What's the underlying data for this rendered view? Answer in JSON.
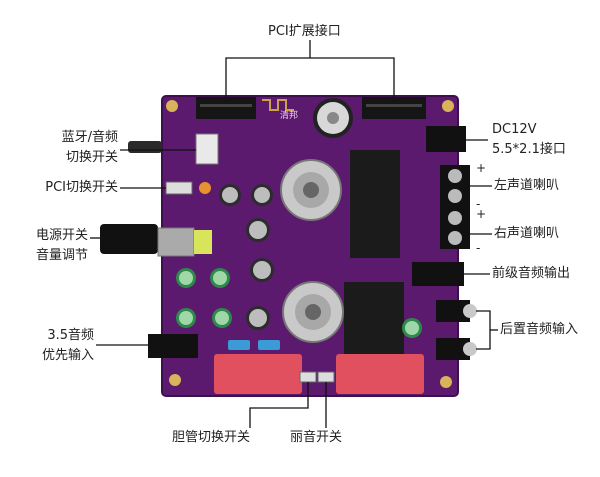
{
  "labels": {
    "pci_interface": "PCI扩展接口",
    "bt_audio_switch_line1": "蓝牙/音频",
    "bt_audio_switch_line2": "切换开关",
    "pci_switch": "PCI切换开关",
    "power_switch_line1": "电源开关",
    "power_switch_line2": "音量调节",
    "aux_priority_line1": "3.5音频",
    "aux_priority_line2": "优先输入",
    "dc_input_line1": "DC12V",
    "dc_input_line2": "5.5*2.1接口",
    "left_speaker": "左声道喇叭",
    "right_speaker": "右声道喇叭",
    "preamp_output": "前级音频输出",
    "rear_input": "后置音频输入",
    "tube_switch": "胆管切换开关",
    "treble_switch": "丽音开关"
  },
  "board": {
    "silkscreen_brand": "清邦",
    "polarity_plus": "+",
    "polarity_minus": "-"
  },
  "colors": {
    "pcb": "#5b1a6e",
    "pcb_dark": "#3e0f4d",
    "tube_glass": "#c9c9c9",
    "capacitor_red": "#e0505e",
    "capacitor_blue": "#3a9bd6",
    "leader_line": "#111111"
  }
}
